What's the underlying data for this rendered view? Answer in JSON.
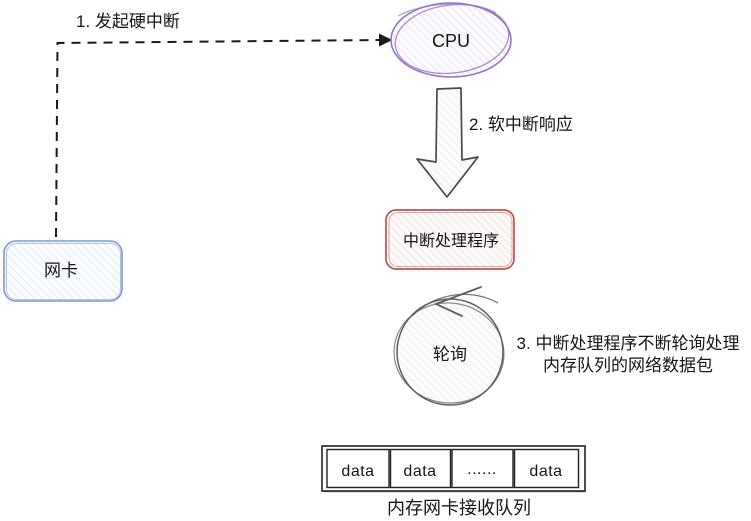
{
  "diagram": {
    "nodes": {
      "nic": {
        "label": "网卡"
      },
      "cpu": {
        "label": "CPU"
      },
      "interrupt_handler": {
        "label": "中断处理程序"
      },
      "polling": {
        "label": "轮询"
      }
    },
    "steps": {
      "step1": "1. 发起硬中断",
      "step2": "2. 软中断响应",
      "step3_line1": "3. 中断处理程序不断轮询处理",
      "step3_line2": "内存队列的网络数据包"
    },
    "queue": {
      "cells": [
        "data",
        "data",
        "......",
        "data"
      ],
      "label": "内存网卡接收队列"
    },
    "colors": {
      "nic_stroke": "#7e9cc8",
      "cpu_stroke": "#9673c6",
      "handler_stroke": "#b85450",
      "polling_stroke": "#5f5f5f",
      "big_arrow_stroke": "#4a4a4a",
      "connector": "#1a1a1a",
      "queue_stroke": "#222222"
    }
  }
}
